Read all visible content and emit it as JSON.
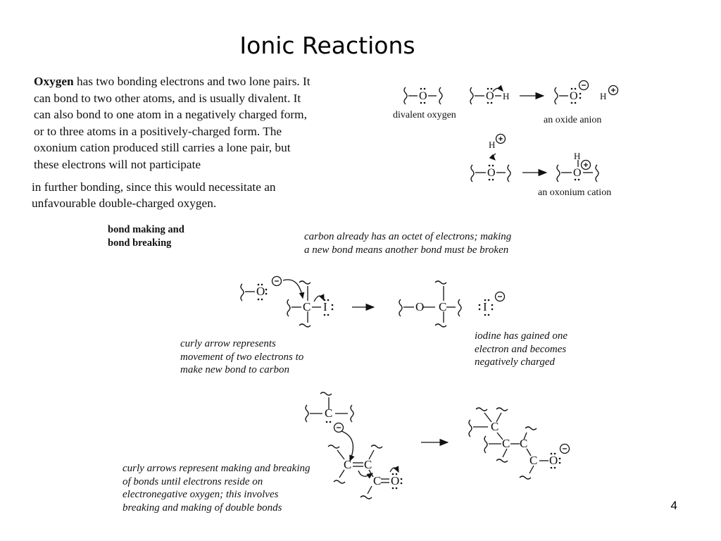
{
  "slide": {
    "title": "Ionic Reactions",
    "page_number": "4"
  },
  "intro": {
    "bold_word": "Oxygen",
    "text_part1": " has two bonding electrons and two lone pairs. It can bond to two other atoms, and is usually divalent. It can also bond to one atom in a negatively charged form, or to three atoms in a positively-charged form. The oxonium cation produced still carries a lone pair, but these electrons will not participate",
    "text_part2": "in further bonding, since this would necessitate an unfavourable double-charged oxygen."
  },
  "labels": {
    "divalent_oxygen": "divalent oxygen",
    "oxide_anion": "an oxide anion",
    "oxonium_cation": "an oxonium cation",
    "bond_making_line1": "bond making and",
    "bond_making_line2": "bond breaking",
    "carbon_octet": "carbon already has an octet of electrons; making a new bond means another bond must be broken",
    "curly_arrow_two_electrons": "curly arrow represents movement of two electrons to make new bond to carbon",
    "iodine_gained": "iodine has gained one electron and becomes negatively charged",
    "curly_arrows_making_breaking": "curly arrows represent making and breaking of bonds until electrons reside on electronegative oxygen; this involves breaking and making of double bonds"
  },
  "atoms": {
    "oxygen": "O",
    "carbon": "C",
    "hydrogen": "H",
    "iodine": "I",
    "bond": "—",
    "negative_charge": "−",
    "positive_charge": "+"
  }
}
